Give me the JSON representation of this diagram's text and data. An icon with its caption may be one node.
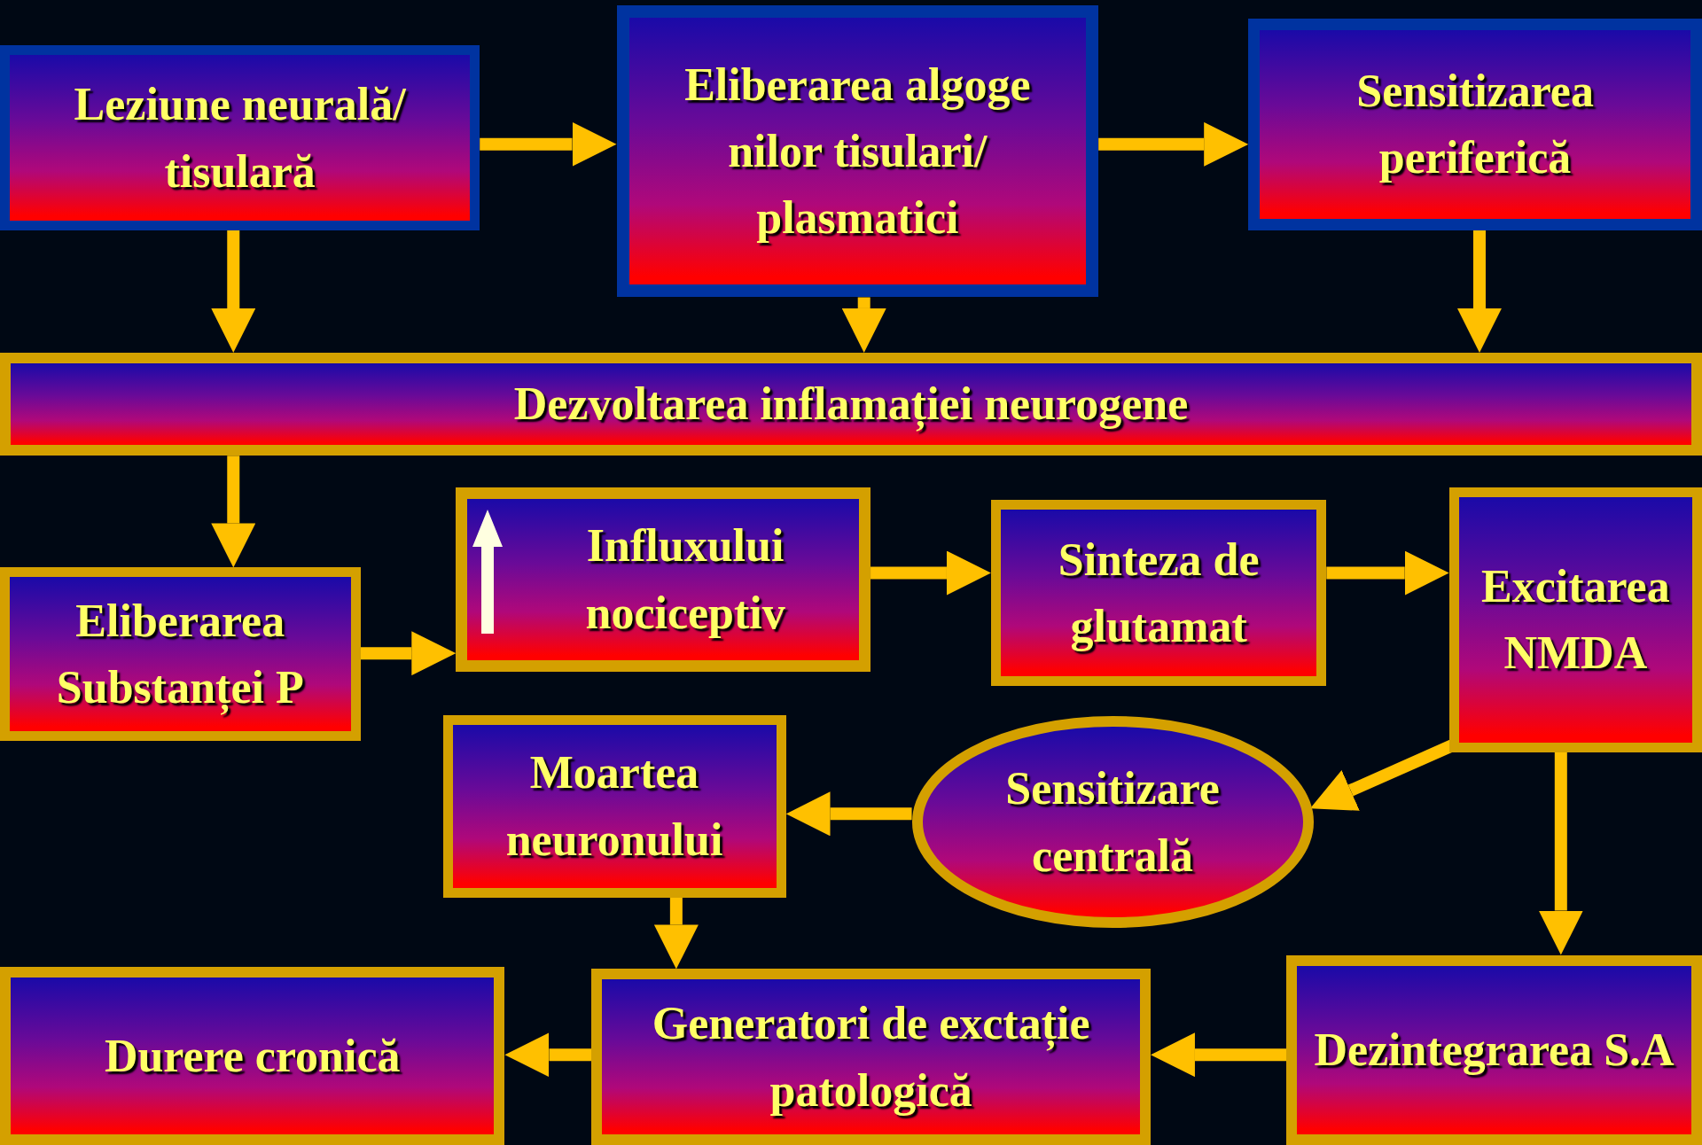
{
  "diagram": {
    "nodes": [
      {
        "text": [
          "Leziune neurală/ tisulară"
        ]
      },
      {
        "text": [
          "Eliberarea algoge nilor tisulari/ plasmatici"
        ]
      },
      {
        "text": [
          "Sensitizarea periferică"
        ]
      },
      {
        "text": [
          "Dezvoltarea inflamației neurogene"
        ]
      },
      {
        "text": [
          "Eliberarea Substanței P"
        ]
      },
      {
        "text": [
          "Influxului nociceptiv"
        ]
      },
      {
        "text": [
          "Sinteza de glutamat"
        ]
      },
      {
        "text": [
          "Excitarea NMDA"
        ]
      },
      {
        "text": [
          "Moartea neuronului"
        ]
      },
      {
        "text": [
          "Sensitizare centrală"
        ]
      },
      {
        "text": [
          "Durere cronică"
        ]
      },
      {
        "text": [
          "Generatori de exctație patologică"
        ]
      },
      {
        "text": [
          "Dezintegrarea S.A"
        ]
      }
    ],
    "edges": [
      {
        "from": 0,
        "to": 1,
        "arrow": "to"
      },
      {
        "from": 1,
        "to": 2,
        "arrow": "to"
      },
      {
        "from": 0,
        "to": 3,
        "arrow": "to"
      },
      {
        "from": 1,
        "to": 3,
        "arrow": "to"
      },
      {
        "from": 2,
        "to": 3,
        "arrow": "to"
      },
      {
        "from": 3,
        "to": 4,
        "arrow": "to"
      },
      {
        "from": 4,
        "to": 5,
        "arrow": "to"
      },
      {
        "from": 5,
        "to": 6,
        "arrow": "to"
      },
      {
        "from": 6,
        "to": 7,
        "arrow": "to"
      },
      {
        "from": 7,
        "to": 9,
        "arrow": "to"
      },
      {
        "from": 7,
        "to": 12,
        "arrow": "to"
      },
      {
        "from": 9,
        "to": 8,
        "arrow": "to"
      },
      {
        "from": 8,
        "to": 11,
        "arrow": "to"
      },
      {
        "from": 12,
        "to": 11,
        "arrow": "to"
      },
      {
        "from": 11,
        "to": 10,
        "arrow": "to"
      }
    ]
  }
}
